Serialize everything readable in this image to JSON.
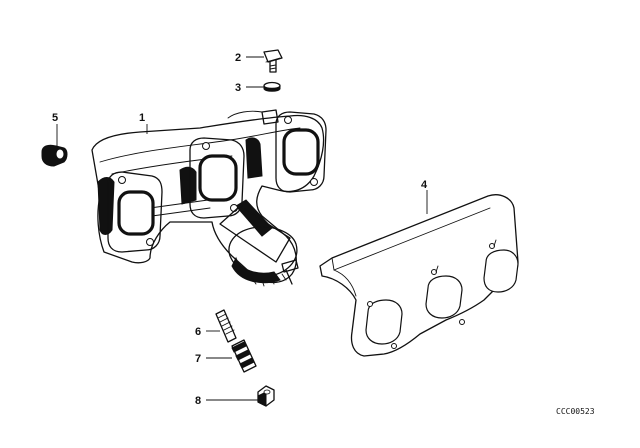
{
  "callouts": {
    "c1": "1",
    "c2": "2",
    "c3": "3",
    "c4": "4",
    "c5": "5",
    "c6": "6",
    "c7": "7",
    "c8": "8"
  },
  "diagram_code": "CCC00523",
  "colors": {
    "ink": "#111111",
    "paper": "#ffffff"
  }
}
